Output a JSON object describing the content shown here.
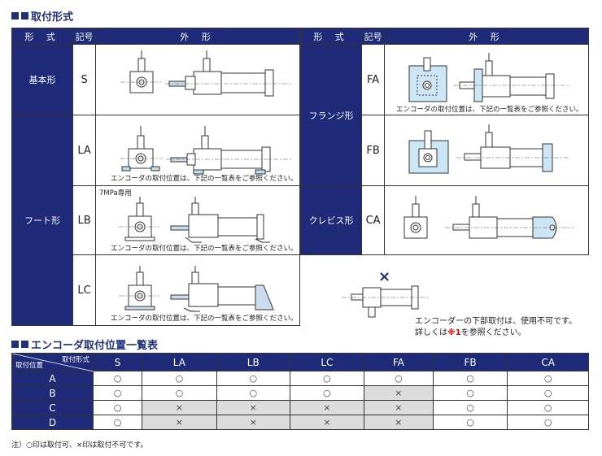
{
  "section1": {
    "title": "取付形式"
  },
  "headers": {
    "form": "形 式",
    "code": "記号",
    "shape": "外 形"
  },
  "left_rows": [
    {
      "form": "基本形",
      "code": "S"
    },
    {
      "form": "フート形",
      "code": "LA",
      "note": "エンコーダの取付位置は、下記の一覧表をご参照ください。"
    },
    {
      "code": "LB",
      "note": "エンコーダの取付位置は、下記の一覧表をご参照ください。",
      "tag": "7MPa専用"
    },
    {
      "code": "LC",
      "note": "エンコーダの取付位置は、下記の一覧表をご参照ください。"
    }
  ],
  "right_rows": [
    {
      "form": "フランジ形",
      "code": "FA",
      "note": "エンコーダの取付位置は、下記の一覧表をご参照ください。"
    },
    {
      "code": "FB"
    },
    {
      "form": "クレビス形",
      "code": "CA"
    }
  ],
  "bottom_mark": "×",
  "bottom_note": {
    "line1": "エンコーダーの下部取付は、使用不可です。",
    "line2_pre": "詳しくは",
    "line2_ref": "※1",
    "line2_post": "を参照ください。"
  },
  "section2": {
    "title": "エンコーダ取付位置一覧表"
  },
  "list": {
    "corner_top": "取付形式",
    "corner_bottom": "取付位置",
    "columns": [
      "S",
      "LA",
      "LB",
      "LC",
      "FA",
      "FB",
      "CA"
    ],
    "rows": [
      {
        "label": "A",
        "cells": [
          "○",
          "○",
          "○",
          "○",
          "○",
          "○",
          "○"
        ]
      },
      {
        "label": "B",
        "cells": [
          "○",
          "○",
          "○",
          "○",
          "×",
          "○",
          "○"
        ]
      },
      {
        "label": "C",
        "cells": [
          "○",
          "×",
          "×",
          "×",
          "×",
          "○",
          "○"
        ]
      },
      {
        "label": "D",
        "cells": [
          "○",
          "×",
          "×",
          "×",
          "×",
          "○",
          "○"
        ]
      }
    ]
  },
  "footnote": "注）○印は取付可、×印は取付不可です。"
}
